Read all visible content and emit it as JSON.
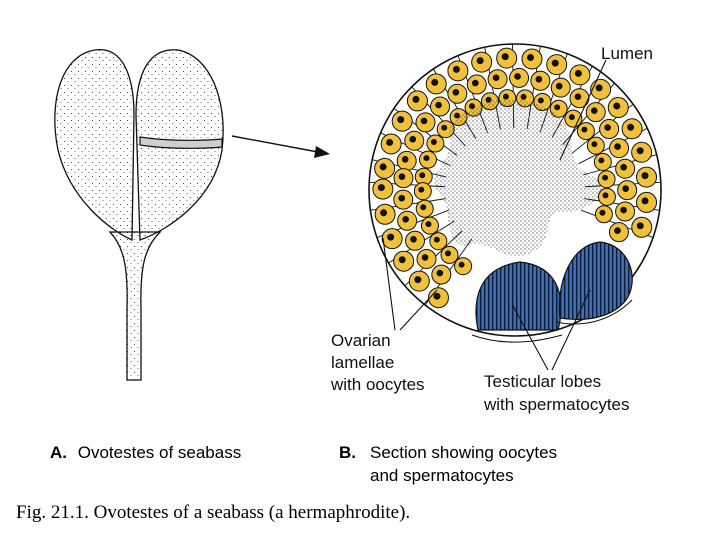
{
  "diagram": {
    "label_lumen": "Lumen",
    "label_ovarian": [
      "Ovarian",
      "lamellae",
      "with oocytes"
    ],
    "label_testicular": [
      "Testicular lobes",
      "with spermatocytes"
    ],
    "panel_a": {
      "letter": "A.",
      "text": "Ovotestes of seabass"
    },
    "panel_b": {
      "letter": "B.",
      "text": [
        "Section showing oocytes",
        "and spermatocytes"
      ]
    }
  },
  "caption": "Fig. 21.1. Ovotestes of a seabass (a hermaphrodite).",
  "colors": {
    "oocyte": "#f2c13c",
    "testis": "#3f6fb0",
    "stipple": "#222222",
    "outline": "#111111"
  }
}
